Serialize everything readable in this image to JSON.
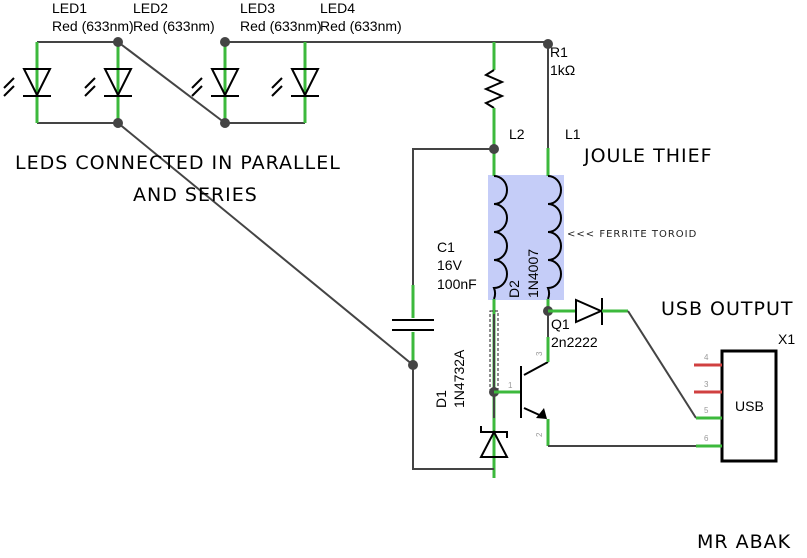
{
  "title": "LEDs connected in parallel and series - Joule Thief USB output schematic",
  "annotations": {
    "leds_note_line1": "LEDS CONNECTED IN PARALLEL",
    "leds_note_line2": "AND SERIES",
    "joule_thief": "JOULE THIEF",
    "ferrite": "<<< FERRITE TOROID",
    "usb_output": "USB OUTPUT",
    "author": "MR ABAK"
  },
  "components": {
    "led1": {
      "ref": "LED1",
      "value": "Red (633nm)"
    },
    "led2": {
      "ref": "LED2",
      "value": "Red (633nm)"
    },
    "led3": {
      "ref": "LED3",
      "value": "Red (633nm)"
    },
    "led4": {
      "ref": "LED4",
      "value": "Red (633nm)"
    },
    "r1": {
      "ref": "R1",
      "value": "1kΩ"
    },
    "l1": {
      "ref": "L1"
    },
    "l2": {
      "ref": "L2"
    },
    "c1": {
      "ref": "C1",
      "voltage": "16V",
      "value": "100nF"
    },
    "d1": {
      "ref": "D1",
      "value": "1N4732A"
    },
    "d2": {
      "ref": "D2",
      "value": "1N4007"
    },
    "q1": {
      "ref": "Q1",
      "value": "2n2222"
    },
    "x1": {
      "ref": "X1",
      "body_label": "USB"
    }
  },
  "pins": {
    "p1": "1",
    "p2": "2",
    "p3": "3",
    "p4": "4",
    "p5": "5",
    "p6": "6"
  },
  "colors": {
    "wire": "#444444",
    "pin_wire": "#3cb93c",
    "unused_pin": "#d04040",
    "toroid_fill": "#c5cdf8"
  }
}
